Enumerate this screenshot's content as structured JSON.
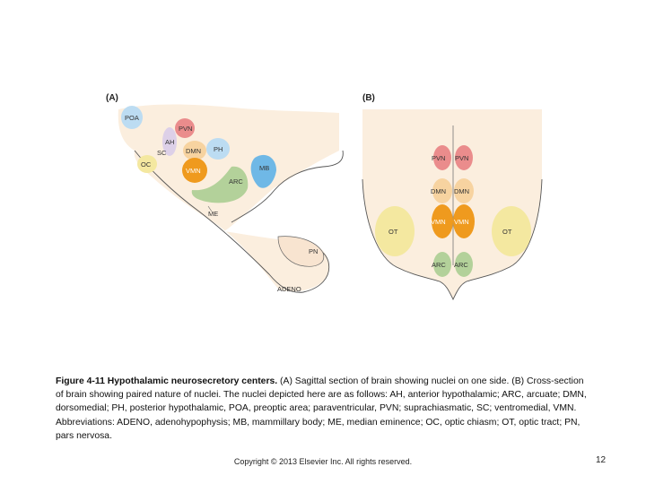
{
  "panels": {
    "a": "(A)",
    "b": "(B)"
  },
  "labels_a": {
    "poa": "POA",
    "pvn": "PVN",
    "ah": "AH",
    "sc": "SC",
    "oc": "OC",
    "dmn": "DMN",
    "ph": "PH",
    "vmn": "VMN",
    "arc": "ARC",
    "mb": "MB",
    "me": "ME",
    "pn": "PN",
    "adeno": "ADENO"
  },
  "labels_b": {
    "pvn_l": "PVN",
    "pvn_r": "PVN",
    "dmn_l": "DMN",
    "dmn_r": "DMN",
    "vmn_l": "VMN",
    "vmn_r": "VMN",
    "arc_l": "ARC",
    "arc_r": "ARC",
    "ot_l": "OT",
    "ot_r": "OT"
  },
  "caption": {
    "title": "Figure 4-11 Hypothalamic neurosecretory centers.",
    "body": " (A) Sagittal section of brain showing nuclei on one side. (B) Cross-section of brain showing paired nature of nuclei. The nuclei depicted here are as follows: AH, anterior hypothalamic; ARC, arcuate; DMN, dorsomedial; PH, posterior hypothalamic, POA, preoptic area; paraventricular, PVN; suprachiasmatic, SC; ventromedial, VMN. Abbreviations: ADENO, adenohypophysis; MB, mammillary body; ME, median eminence; OC, optic chiasm; OT, optic tract; PN, pars nervosa."
  },
  "footer": {
    "copyright": "Copyright © 2013 Elsevier Inc. All rights reserved.",
    "page": "12"
  },
  "colors": {
    "tissue": "#fbeede",
    "poa": "#bcdcf2",
    "pvn": "#ea8c8c",
    "ah": "#ddd0e8",
    "oc": "#f4e8a0",
    "dmn": "#f7d3a0",
    "ph": "#bcdcf2",
    "vmn": "#ef9a1e",
    "arc": "#b3d19a",
    "mb": "#6fb8e6",
    "ot": "#f4e8a0"
  }
}
